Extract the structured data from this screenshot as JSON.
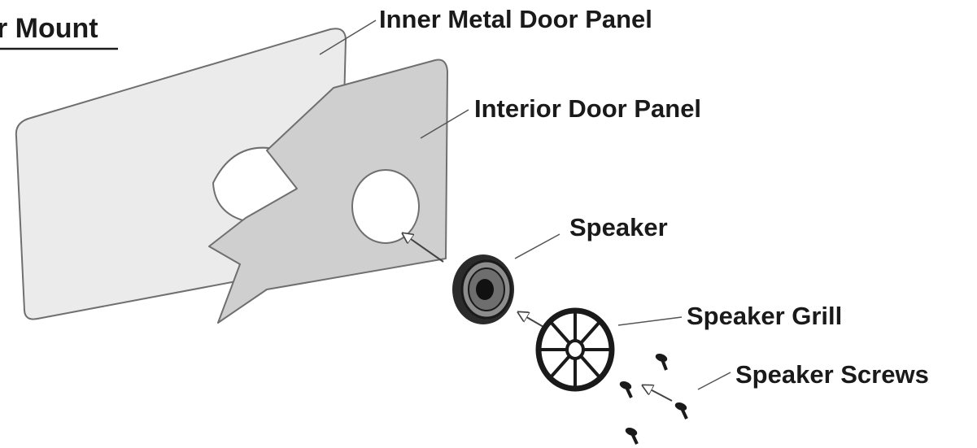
{
  "diagram": {
    "title": "r Mount",
    "labels": {
      "inner_metal_door_panel": "Inner Metal Door Panel",
      "interior_door_panel": "Interior Door Panel",
      "speaker": "Speaker",
      "speaker_grill": "Speaker Grill",
      "speaker_screws": "Speaker Screws"
    }
  },
  "colors": {
    "metal_panel_fill": "#ebebeb",
    "interior_panel_fill": "#cfcfcf",
    "outline": "#6f6f6f",
    "parts": "#1a1a1a",
    "text": "#1a1a1a"
  }
}
